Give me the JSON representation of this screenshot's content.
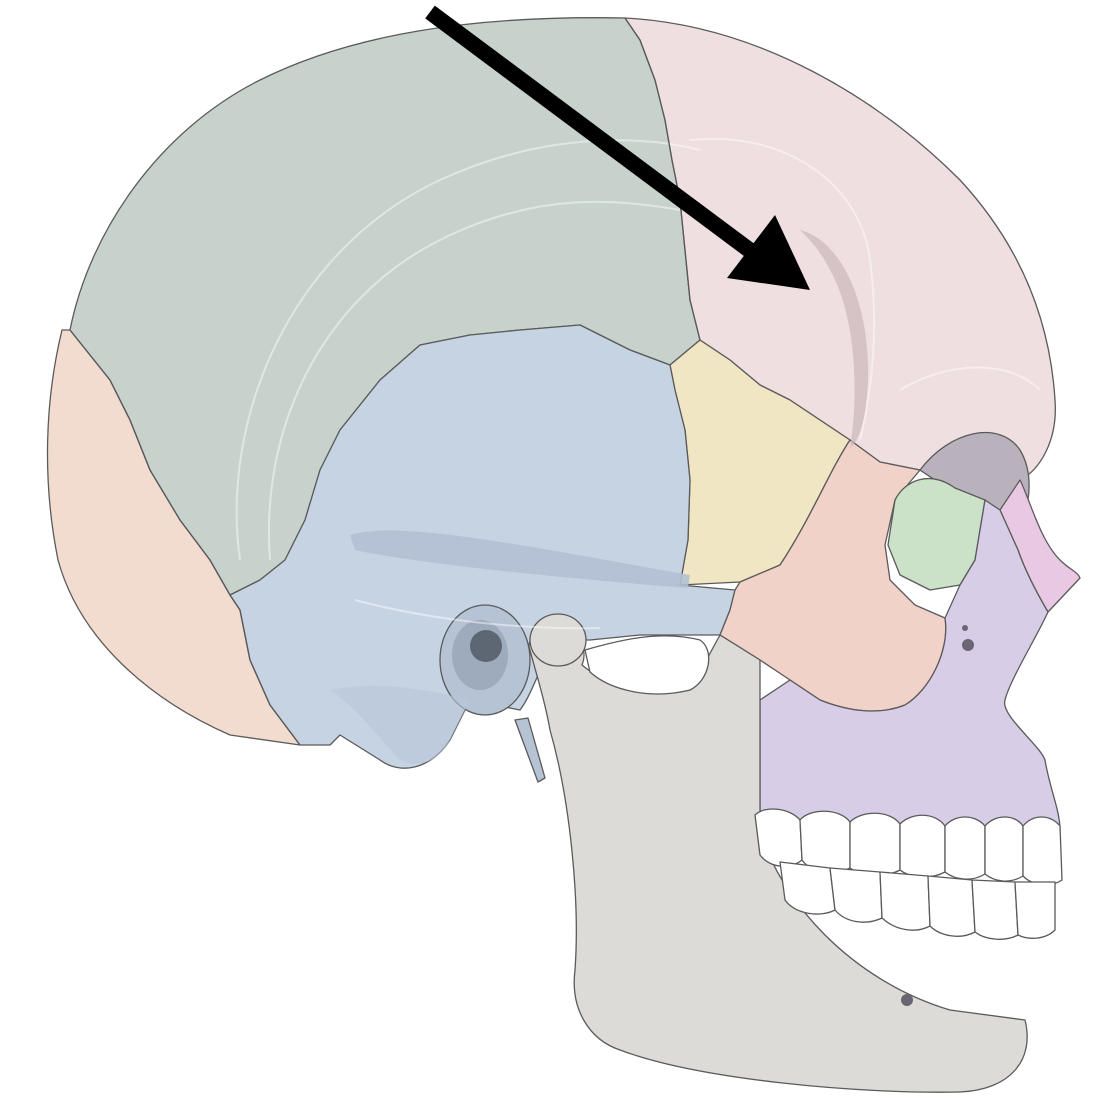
{
  "diagram": {
    "bones": [
      {
        "key": "frontal",
        "color": "#f0dfe0"
      },
      {
        "key": "parietal",
        "color": "#c8d2cc"
      },
      {
        "key": "occipital",
        "color": "#f2dccf"
      },
      {
        "key": "temporal",
        "color": "#c6d3e3"
      },
      {
        "key": "sphenoid",
        "color": "#f0e6c4"
      },
      {
        "key": "zygomatic",
        "color": "#f1d2c8"
      },
      {
        "key": "maxilla",
        "color": "#d8cde6"
      },
      {
        "key": "nasal",
        "color": "#e8c8e3"
      },
      {
        "key": "ethmoid",
        "color": "#cbe1c8"
      },
      {
        "key": "mandible",
        "color": "#dcdbd8"
      },
      {
        "key": "teeth",
        "color": "#ffffff"
      }
    ],
    "pointer": {
      "color": "#000000"
    }
  }
}
